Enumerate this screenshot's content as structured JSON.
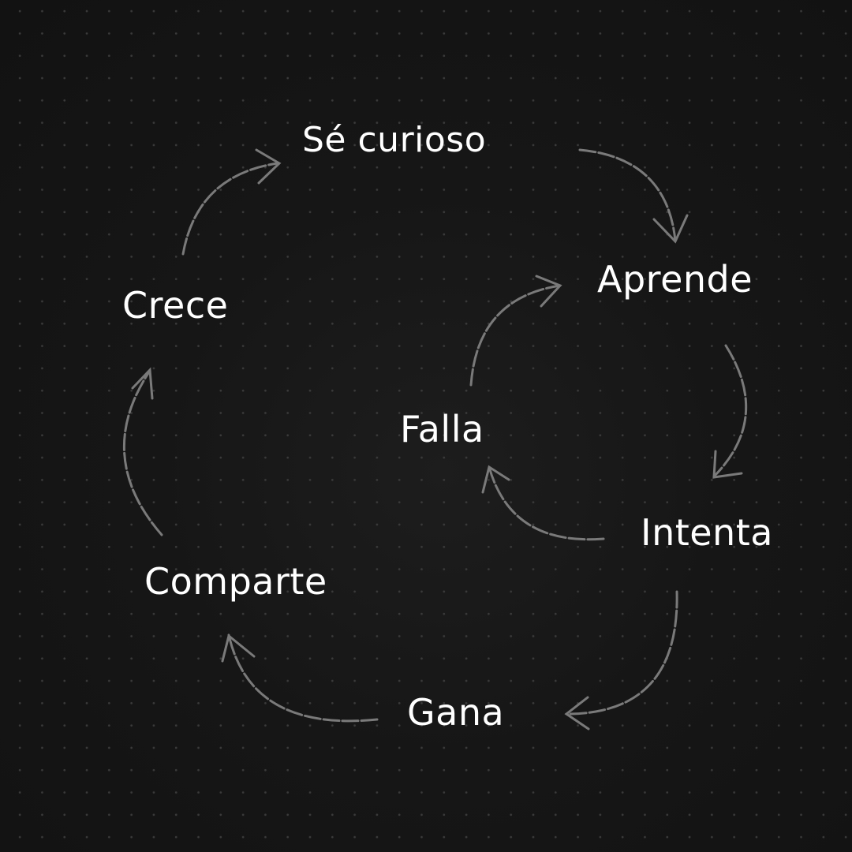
{
  "steps": {
    "curious": "Sé curioso",
    "learn": "Aprende",
    "try": "Intenta",
    "fail": "Falla",
    "win": "Gana",
    "share": "Comparte",
    "grow": "Crece"
  },
  "colors": {
    "background": "#141414",
    "text": "#ffffff",
    "arrow": "#7a7a7a"
  }
}
